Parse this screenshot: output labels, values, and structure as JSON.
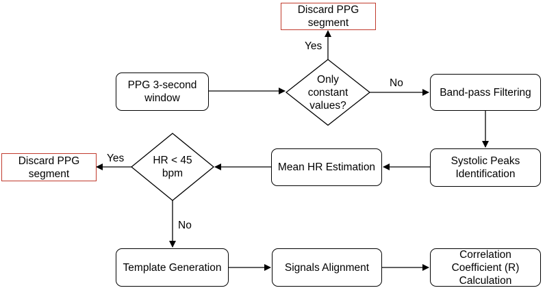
{
  "nodes": {
    "discard_top": "Discard PPG\nsegment",
    "ppg_window": "PPG 3-second\nwindow",
    "constant_check": "Only\nconstant\nvalues?",
    "bandpass": "Band-pass Filtering",
    "systolic": "Systolic Peaks\nIdentification",
    "mean_hr": "Mean HR Estimation",
    "hr_check": "HR < 45\nbpm",
    "discard_left": "Discard PPG\nsegment",
    "template": "Template Generation",
    "alignment": "Signals Alignment",
    "correlation": "Correlation\nCoefficient (R)\nCalculation"
  },
  "edge_labels": {
    "yes_top": "Yes",
    "no_right": "No",
    "yes_left": "Yes",
    "no_down": "No"
  },
  "colors": {
    "outline": "#000000",
    "discard_outline": "#c0392b"
  }
}
